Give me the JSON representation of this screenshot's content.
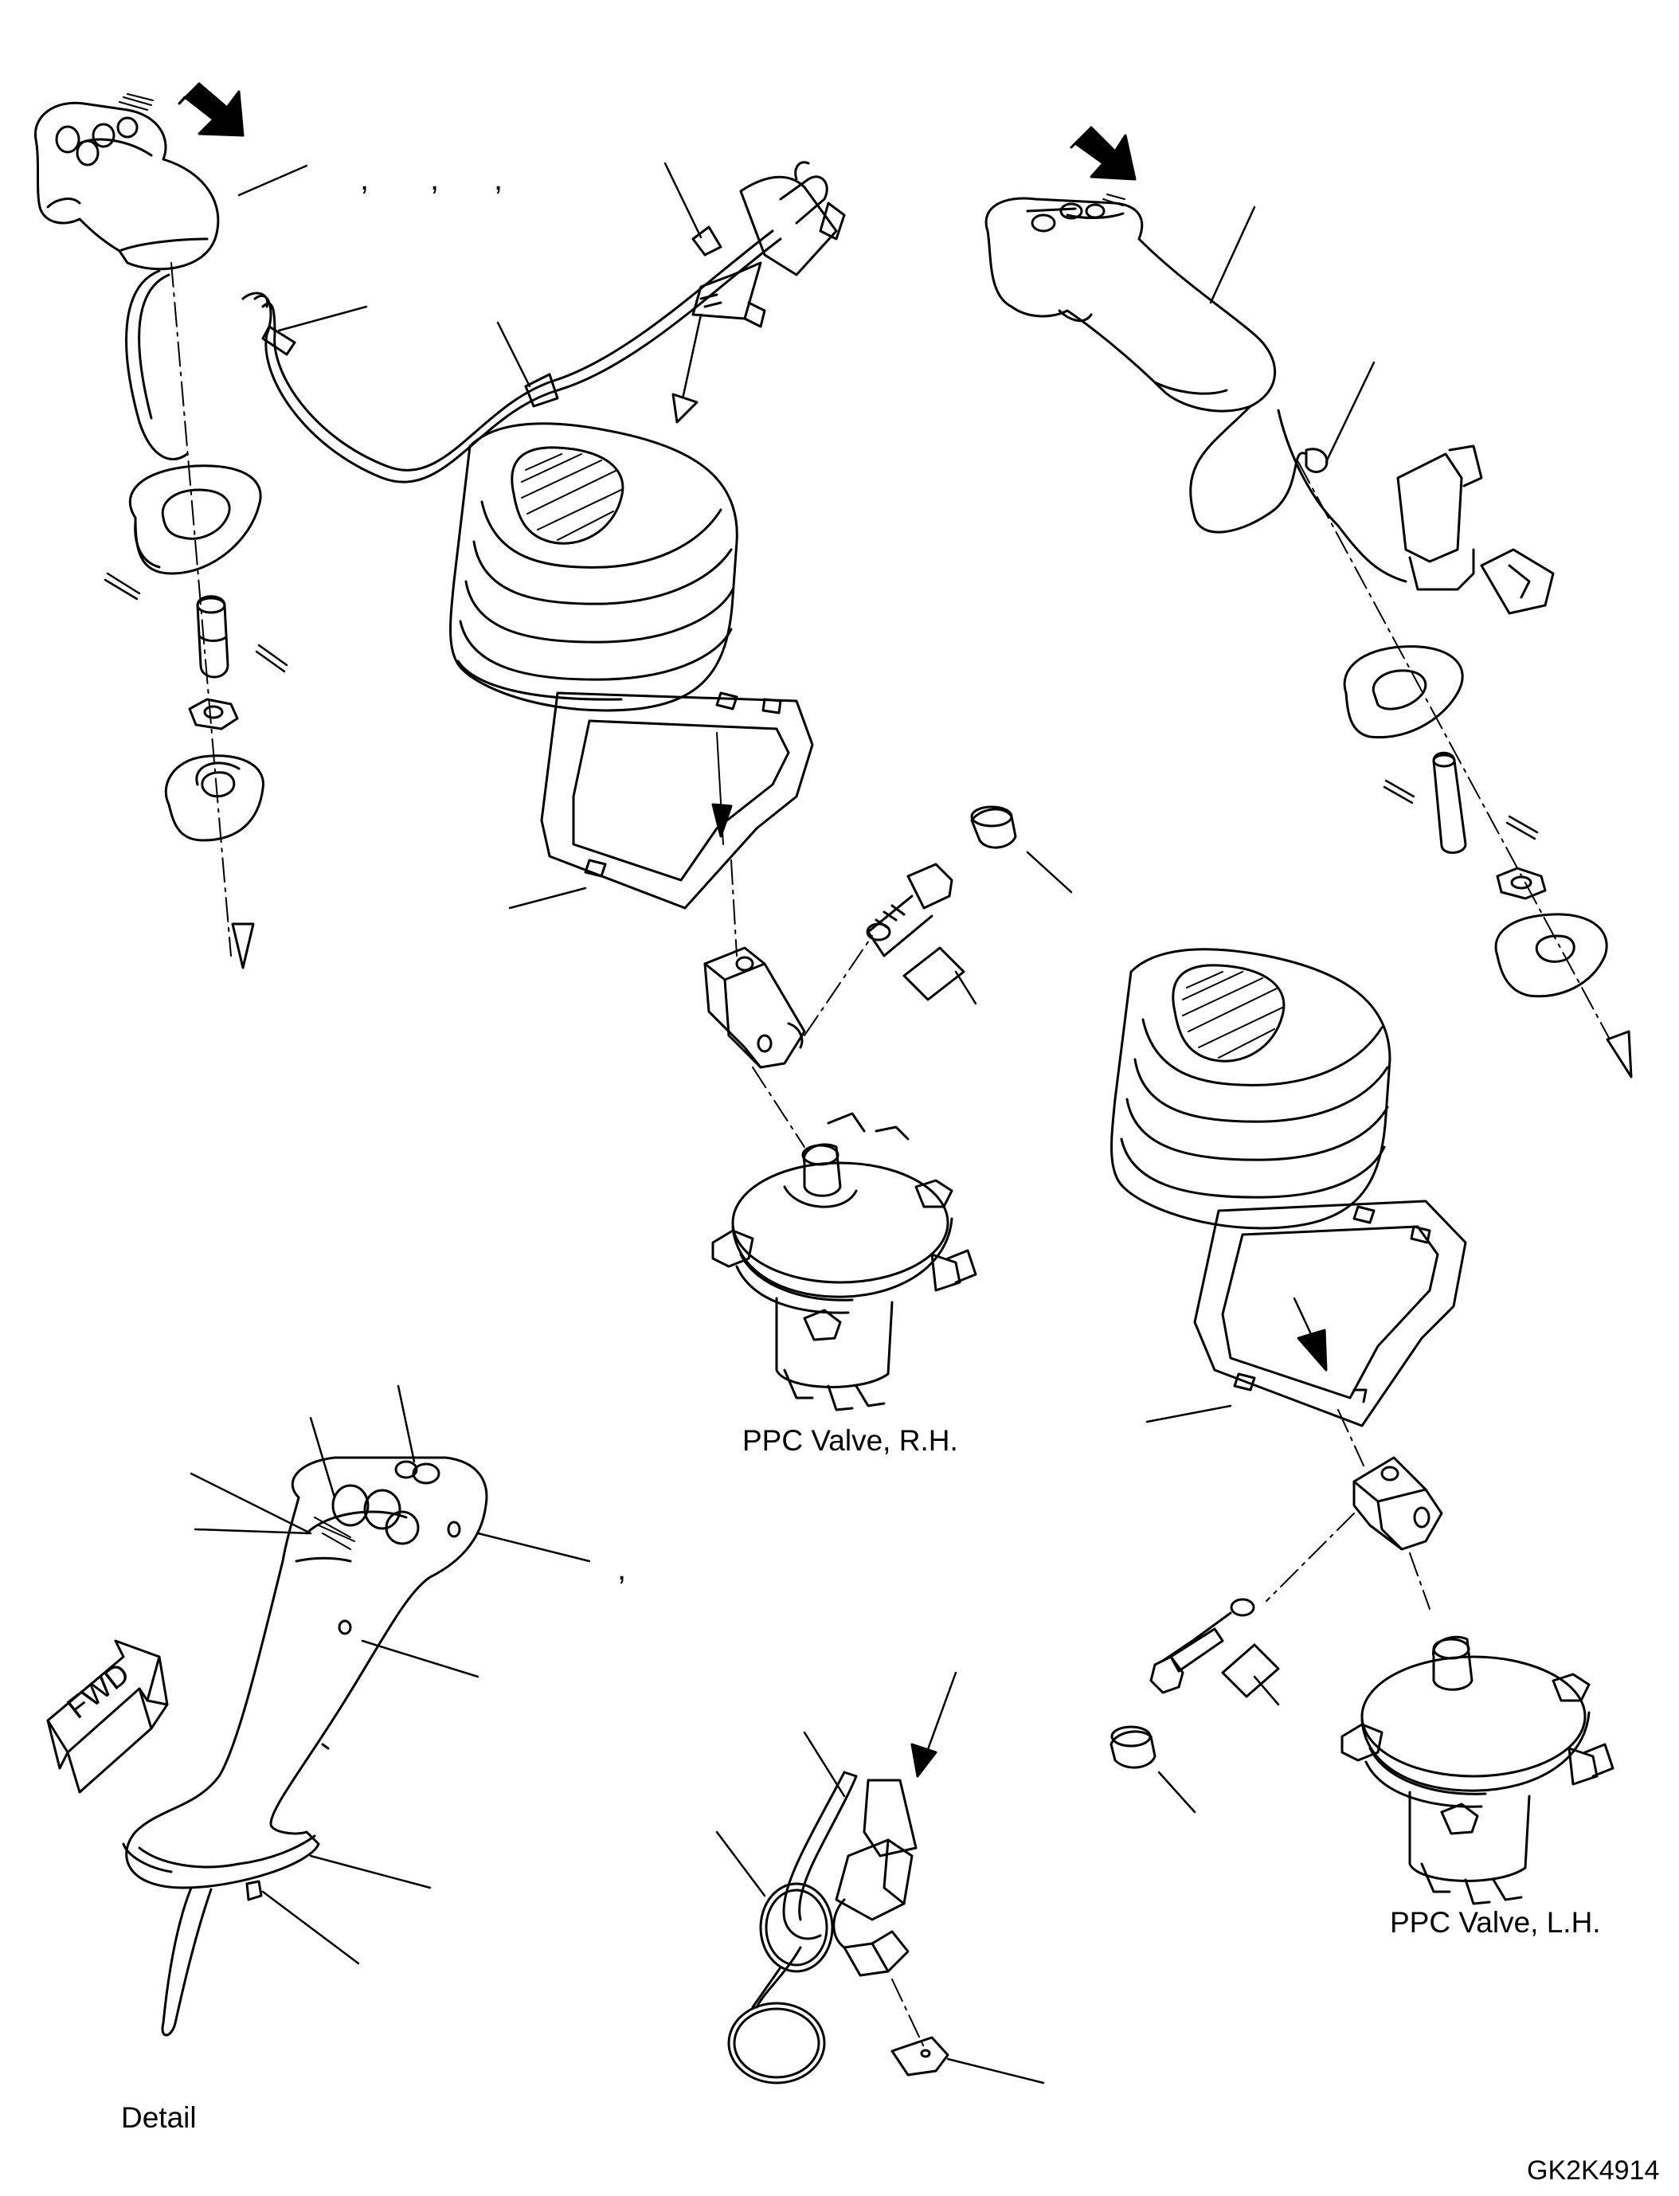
{
  "labels": {
    "ppc_valve_rh": "PPC Valve, R.H.",
    "ppc_valve_lh": "PPC Valve, L.H.",
    "detail": "Detail",
    "drawing_number": "GK2K4914",
    "fwd": "FWD"
  },
  "separators": [
    ",",
    ",",
    ",",
    ","
  ]
}
